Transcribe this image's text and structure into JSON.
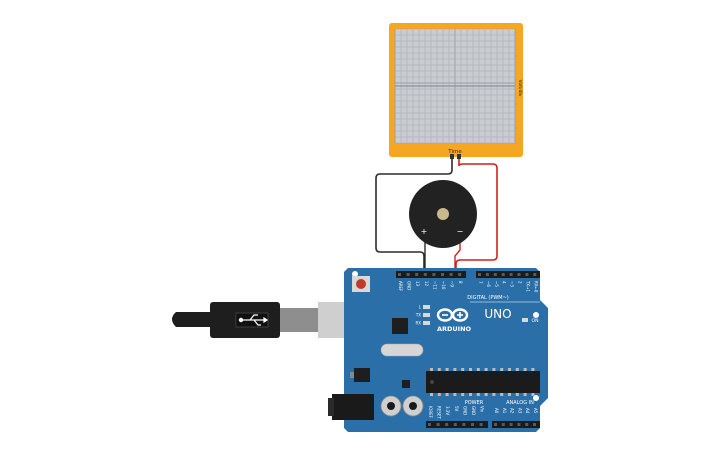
{
  "oscilloscope": {
    "time_label": "Time",
    "volt_label": "Volt/div",
    "frame_color": "#f5a623",
    "screen_color": "#c9ccd0",
    "grid_color": "#9aa0a8"
  },
  "buzzer": {
    "plus_label": "+",
    "minus_label": "−",
    "body_color": "#222222",
    "center_color": "#c9b98a"
  },
  "wires": {
    "ground_color": "#2b2b2b",
    "signal_color": "#d0211c"
  },
  "arduino": {
    "board_color": "#2a6fa8",
    "brand": "ARDUINO",
    "model": "UNO",
    "on_label": "ON",
    "digital_label": "DIGITAL (PWM~)",
    "power_label": "POWER",
    "analog_label": "ANALOG IN",
    "led_labels": [
      "L",
      "TX",
      "RX"
    ],
    "top_header_left": [
      "AREF",
      "GND",
      "13",
      "12",
      "~11",
      "~10",
      "~9",
      "8"
    ],
    "top_header_right": [
      "7",
      "~6",
      "~5",
      "4",
      "~3",
      "2",
      "TX→1",
      "RX←0"
    ],
    "power_pins": [
      "IOREF",
      "RESET",
      "3.3V",
      "5V",
      "GND",
      "GND",
      "Vin"
    ],
    "analog_pins": [
      "A0",
      "A1",
      "A2",
      "A3",
      "A4",
      "A5"
    ]
  },
  "usb": {
    "cable_color": "#1e1e1e",
    "plug_color": "#cfcfcf"
  }
}
